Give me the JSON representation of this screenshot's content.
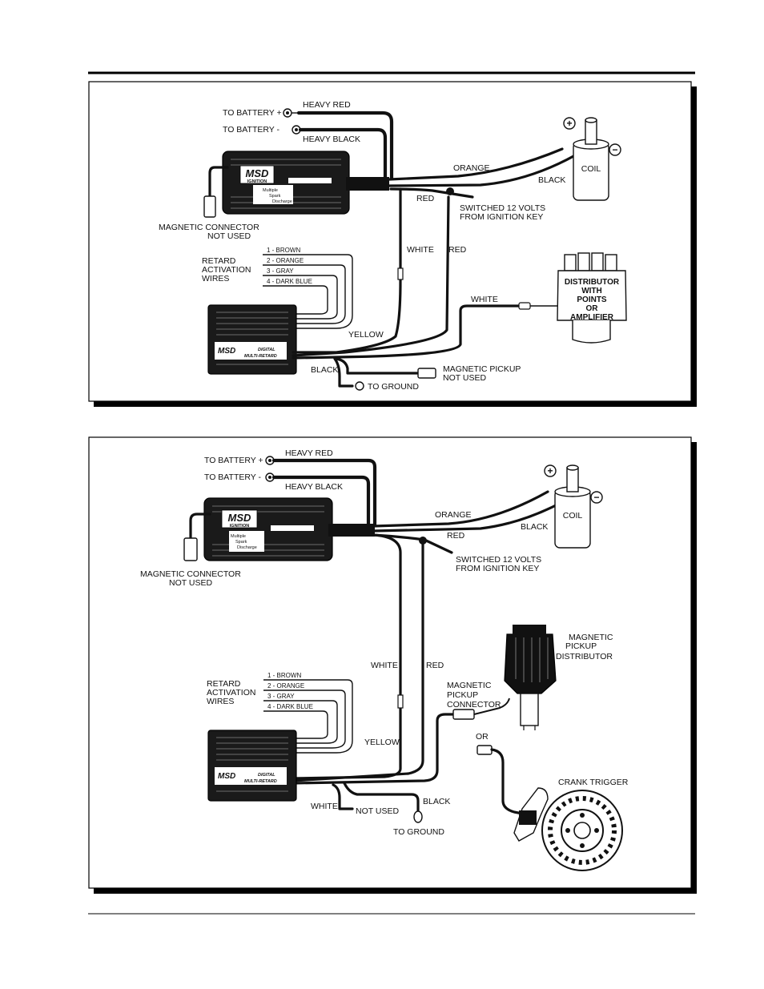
{
  "diagram_top": {
    "to_battery_pos": "TO BATTERY +",
    "to_battery_neg": "TO BATTERY -",
    "heavy_red": "HEAVY RED",
    "heavy_black": "HEAVY BLACK",
    "orange": "ORANGE",
    "black": "BLACK",
    "coil": "COIL",
    "red_1": "RED",
    "switched_line1": "SWITCHED 12 VOLTS",
    "switched_line2": "FROM IGNITION KEY",
    "mag_conn_line1": "MAGNETIC CONNECTOR",
    "mag_conn_line2": "NOT USED",
    "retard_line1": "RETARD",
    "retard_line2": "ACTIVATION",
    "retard_line3": "WIRES",
    "wire_1": "1 - BROWN",
    "wire_2": "2 - ORANGE",
    "wire_3": "3 - GRAY",
    "wire_4": "4 - DARK BLUE",
    "white_1": "WHITE",
    "red_2": "RED",
    "white_2": "WHITE",
    "dist_line1": "DISTRIBUTOR",
    "dist_line2": "WITH",
    "dist_line3": "POINTS",
    "dist_line4": "OR",
    "dist_line5": "AMPLIFIER",
    "yellow": "YELLOW",
    "black_2": "BLACK",
    "mag_pickup_line1": "MAGNETIC PICKUP",
    "mag_pickup_line2": "NOT USED",
    "to_ground": "TO GROUND"
  },
  "diagram_bottom": {
    "to_battery_pos": "TO BATTERY +",
    "to_battery_neg": "TO BATTERY -",
    "heavy_red": "HEAVY RED",
    "heavy_black": "HEAVY BLACK",
    "orange": "ORANGE",
    "black": "BLACK",
    "red_1": "RED",
    "coil": "COIL",
    "switched_line1": "SWITCHED 12 VOLTS",
    "switched_line2": "FROM IGNITION KEY",
    "mag_conn_line1": "MAGNETIC CONNECTOR",
    "mag_conn_line2": "NOT USED",
    "mag_dist_line1": "MAGNETIC",
    "mag_dist_line2": "PICKUP",
    "mag_dist_line3": "DISTRIBUTOR",
    "white_1": "WHITE",
    "red_2": "RED",
    "pickup_conn_line1": "MAGNETIC",
    "pickup_conn_line2": "PICKUP",
    "pickup_conn_line3": "CONNECTOR",
    "retard_line1": "RETARD",
    "retard_line2": "ACTIVATION",
    "retard_line3": "WIRES",
    "wire_1": "1 - BROWN",
    "wire_2": "2 - ORANGE",
    "wire_3": "3 - GRAY",
    "wire_4": "4 - DARK BLUE",
    "yellow": "YELLOW",
    "or": "OR",
    "crank_trigger": "CRANK TRIGGER",
    "white_2": "WHITE",
    "not_used": "NOT USED",
    "black_2": "BLACK",
    "to_ground": "TO GROUND"
  },
  "box_labels": {
    "msd_logo": "MSD",
    "ignition": "IGNITION",
    "multiple": "Multiple",
    "spark": "Spark",
    "discharge": "Discharge",
    "digital": "DIGITAL",
    "multi_retard": "MULTI-RETARD",
    "plus": "+",
    "minus": "−"
  }
}
